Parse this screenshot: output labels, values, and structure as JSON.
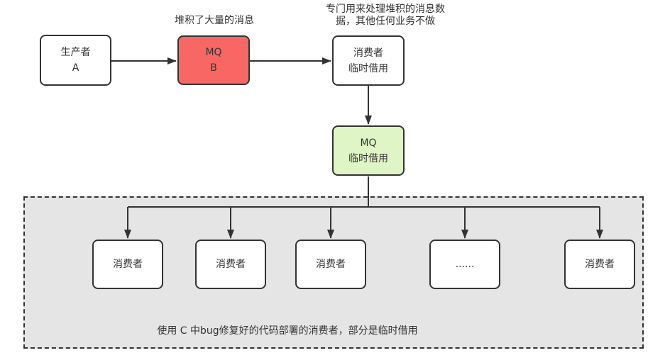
{
  "diagram": {
    "nodes": {
      "producer": {
        "line1": "生产者",
        "line2": "A"
      },
      "mq_backlog": {
        "line1": "MQ",
        "line2": "B"
      },
      "consumer_temp": {
        "line1": "消费者",
        "line2": "临时借用"
      },
      "mq_temp": {
        "line1": "MQ",
        "line2": "临时借用"
      },
      "consumer_1": {
        "label": "消费者"
      },
      "consumer_2": {
        "label": "消费者"
      },
      "consumer_3": {
        "label": "消费者"
      },
      "consumer_ellipsis": {
        "label": "......"
      },
      "consumer_4": {
        "label": "消费者"
      }
    },
    "annotations": {
      "backlog_note": "堆积了大量的消息",
      "dedicated_note_line1": "专门用来处理堆积的消息数",
      "dedicated_note_line2": "据，其他任何业务不做",
      "group_caption": "使用 C 中bug修复好的代码部署的消费者，部分是临时借用"
    },
    "colors": {
      "mq_backlog_fill": "#f86763",
      "mq_temp_fill": "#dff5c5",
      "node_fill": "#ffffff",
      "node_border": "#333333",
      "arrow": "#333333",
      "group_fill": "#e5e5e5",
      "group_border": "#333333",
      "text": "#333333"
    }
  }
}
